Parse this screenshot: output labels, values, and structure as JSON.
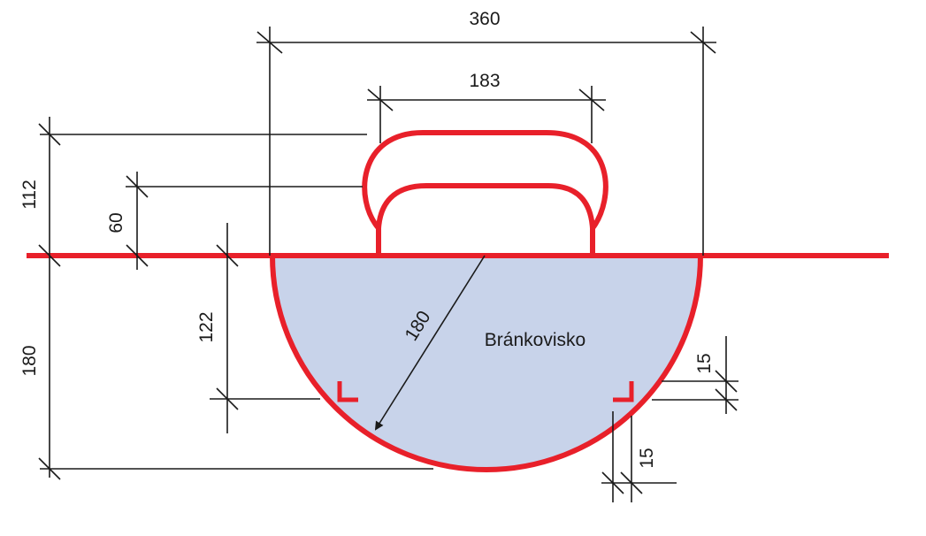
{
  "diagram": {
    "crease_label": "Bránkovisko",
    "dimensions": {
      "crease_width": "360",
      "goal_width": "183",
      "goal_depth": "112",
      "goal_inner_depth": "60",
      "crease_radius": "180",
      "crease_depth": "180",
      "mark_offset": "122",
      "mark_height": "15",
      "mark_width": "15"
    },
    "colors": {
      "line_red": "#e8202a",
      "crease_fill": "#c8d3ea",
      "dimension_line": "#1a1a1a"
    }
  }
}
